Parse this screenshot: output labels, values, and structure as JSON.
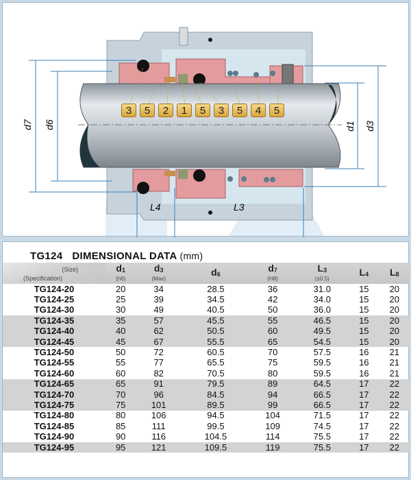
{
  "diagram": {
    "callouts": [
      "3",
      "5",
      "2",
      "1",
      "5",
      "3",
      "5",
      "4",
      "5"
    ],
    "dimensions": {
      "d7": "d7",
      "d6": "d6",
      "d1": "d1",
      "d3": "d3",
      "L4": "L4",
      "L3": "L3"
    }
  },
  "table": {
    "title": "TG124",
    "subtitle": "DIMENSIONAL DATA",
    "unit": "(mm)",
    "corner_top": "(Size)",
    "corner_bottom": "(Specification)",
    "columns": [
      {
        "label": "d",
        "sub": "1",
        "note": "(h6)"
      },
      {
        "label": "d",
        "sub": "3",
        "note": "(Max)"
      },
      {
        "label": "d",
        "sub": "6",
        "note": ""
      },
      {
        "label": "d",
        "sub": "7",
        "note": "(H8)"
      },
      {
        "label": "L",
        "sub": "3",
        "note": "(±0.5)"
      },
      {
        "label": "L",
        "sub": "4",
        "note": ""
      },
      {
        "label": "L",
        "sub": "8",
        "note": ""
      }
    ],
    "rows": [
      [
        "TG124-20",
        "20",
        "34",
        "28.5",
        "36",
        "31.0",
        "15",
        "20"
      ],
      [
        "TG124-25",
        "25",
        "39",
        "34.5",
        "42",
        "34.0",
        "15",
        "20"
      ],
      [
        "TG124-30",
        "30",
        "49",
        "40.5",
        "50",
        "36.0",
        "15",
        "20"
      ],
      [
        "TG124-35",
        "35",
        "57",
        "45.5",
        "55",
        "46.5",
        "15",
        "20"
      ],
      [
        "TG124-40",
        "40",
        "62",
        "50.5",
        "60",
        "49.5",
        "15",
        "20"
      ],
      [
        "TG124-45",
        "45",
        "67",
        "55.5",
        "65",
        "54.5",
        "15",
        "20"
      ],
      [
        "TG124-50",
        "50",
        "72",
        "60.5",
        "70",
        "57.5",
        "16",
        "21"
      ],
      [
        "TG124-55",
        "55",
        "77",
        "65.5",
        "75",
        "59.5",
        "16",
        "21"
      ],
      [
        "TG124-60",
        "60",
        "82",
        "70.5",
        "80",
        "59.5",
        "16",
        "21"
      ],
      [
        "TG124-65",
        "65",
        "91",
        "79.5",
        "89",
        "64.5",
        "17",
        "22"
      ],
      [
        "TG124-70",
        "70",
        "96",
        "84.5",
        "94",
        "66.5",
        "17",
        "22"
      ],
      [
        "TG124-75",
        "75",
        "101",
        "89.5",
        "99",
        "66.5",
        "17",
        "22"
      ],
      [
        "TG124-80",
        "80",
        "106",
        "94.5",
        "104",
        "71.5",
        "17",
        "22"
      ],
      [
        "TG124-85",
        "85",
        "111",
        "99.5",
        "109",
        "74.5",
        "17",
        "22"
      ],
      [
        "TG124-90",
        "90",
        "116",
        "104.5",
        "114",
        "75.5",
        "17",
        "22"
      ],
      [
        "TG124-95",
        "95",
        "121",
        "109.5",
        "119",
        "75.5",
        "17",
        "22"
      ]
    ]
  }
}
